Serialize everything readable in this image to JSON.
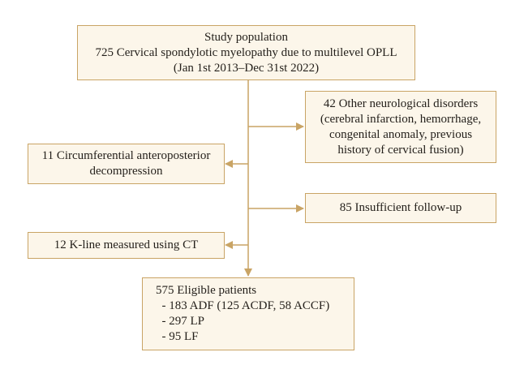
{
  "boxes": {
    "study_population": {
      "lines": [
        "Study population",
        "725 Cervical spondylotic myelopathy due to multilevel OPLL",
        "(Jan 1st 2013–Dec 31st 2022)"
      ]
    },
    "other_neuro": {
      "lines": [
        "42 Other neurological disorders",
        "(cerebral infarction, hemorrhage,",
        "congenital anomaly, previous",
        "history of cervical fusion)"
      ]
    },
    "circumferential": {
      "lines": [
        "11 Circumferential anteroposterior",
        "decompression"
      ]
    },
    "insufficient_followup": {
      "lines": [
        "85 Insufficient follow-up"
      ]
    },
    "kline_ct": {
      "lines": [
        "12 K-line measured using CT"
      ]
    },
    "eligible": {
      "lines": [
        "575 Eligible patients",
        "  - 183 ADF (125 ACDF, 58 ACCF)",
        "  - 297 LP",
        "  - 95 LF"
      ]
    }
  },
  "colors": {
    "box_fill": "#fcf6ea",
    "box_border": "#c9a465",
    "arrow": "#c9a465",
    "text": "#231f1a"
  }
}
